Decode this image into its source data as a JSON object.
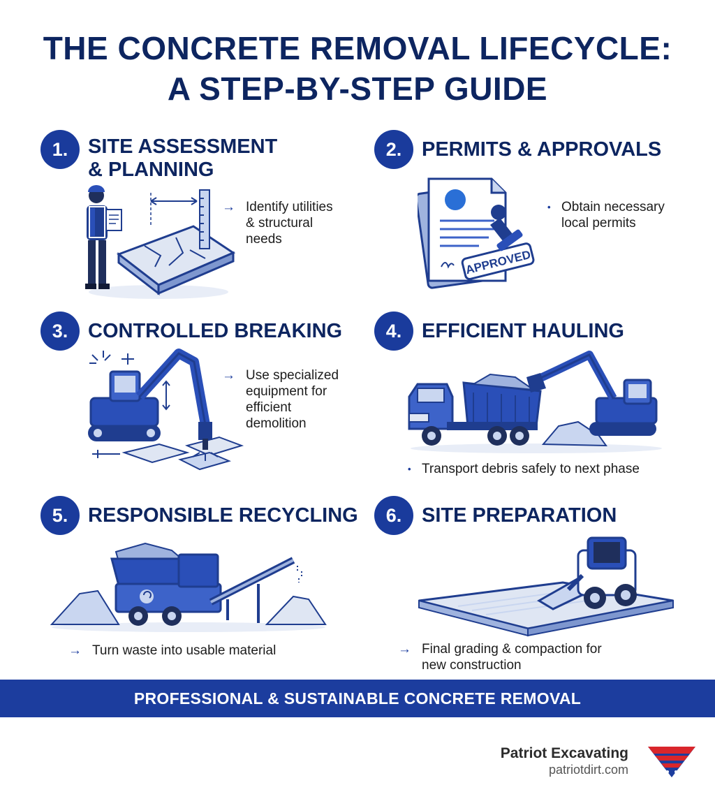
{
  "header": {
    "title_line1": "THE CONCRETE REMOVAL LIFECYCLE:",
    "title_line2": "A STEP-BY-STEP GUIDE"
  },
  "steps": [
    {
      "number": "1.",
      "title_line1": "SITE ASSESSMENT",
      "title_line2": "& PLANNING",
      "marker": "→",
      "note": [
        "Identify utilities",
        "& structural",
        "needs"
      ]
    },
    {
      "number": "2.",
      "title_line1": "PERMITS & APPROVALS",
      "marker": "•",
      "note": [
        "Obtain necessary",
        "local permits"
      ],
      "stamp_text": "APPROVED"
    },
    {
      "number": "3.",
      "title_line1": "CONTROLLED BREAKING",
      "marker": "→",
      "note": [
        "Use specialized",
        "equipment for",
        "efficient",
        "demolition"
      ]
    },
    {
      "number": "4.",
      "title_line1": "EFFICIENT HAULING",
      "marker": "•",
      "note": [
        "Transport debris safely to next phase"
      ]
    },
    {
      "number": "5.",
      "title_line1": "RESPONSIBLE RECYCLING",
      "marker": "→",
      "note": [
        "Turn waste into usable material"
      ]
    },
    {
      "number": "6.",
      "title_line1": "SITE PREPARATION",
      "marker": "→",
      "note": [
        "Final grading & compaction for",
        "new construction"
      ]
    }
  ],
  "banner": {
    "text": "PROFESSIONAL & SUSTAINABLE CONCRETE REMOVAL"
  },
  "brand": {
    "name": "Patriot Excavating",
    "url": "patriotdirt.com",
    "logo_icon": "patriot-shield-logo"
  },
  "colors": {
    "navy": "#0d2560",
    "royal_blue": "#1a3b9c",
    "banner_blue": "#1c3d9e",
    "light_blue": "#c9d6f0",
    "logo_red": "#d9262b"
  }
}
